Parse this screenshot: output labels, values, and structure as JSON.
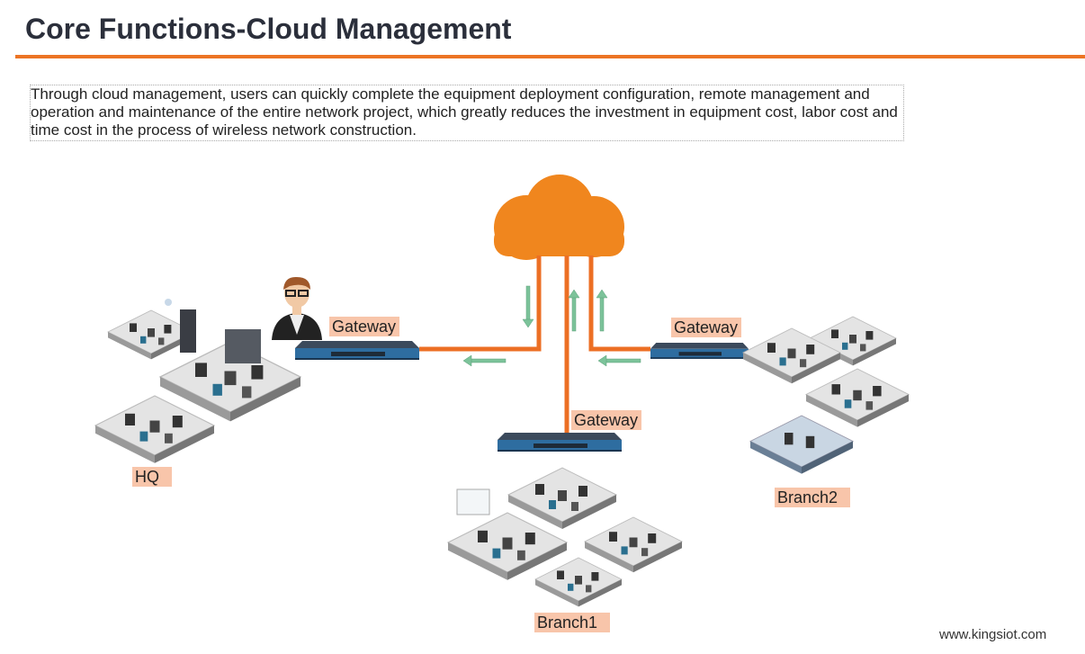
{
  "header": {
    "title": "Core Functions-Cloud Management"
  },
  "description": "Through cloud management, users can quickly complete the equipment deployment configuration, remote management and operation and maintenance of the entire network project, which greatly reduces the investment in equipment cost, labor cost and time cost in the process of wireless network construction.",
  "diagram": {
    "cloud_color": "#f0861e",
    "link_color": "#ec6f24",
    "arrow_color": "#6fbf8f",
    "label_bg": "#f8c5aa",
    "gateways": [
      {
        "label": "Gateway",
        "site": "HQ"
      },
      {
        "label": "Gateway",
        "site": "Branch2"
      },
      {
        "label": "Gateway",
        "site": "Branch1"
      }
    ],
    "sites": {
      "hq": "HQ",
      "branch1": "Branch1",
      "branch2": "Branch2"
    }
  },
  "footer": {
    "website": "www.kingsiot.com"
  }
}
